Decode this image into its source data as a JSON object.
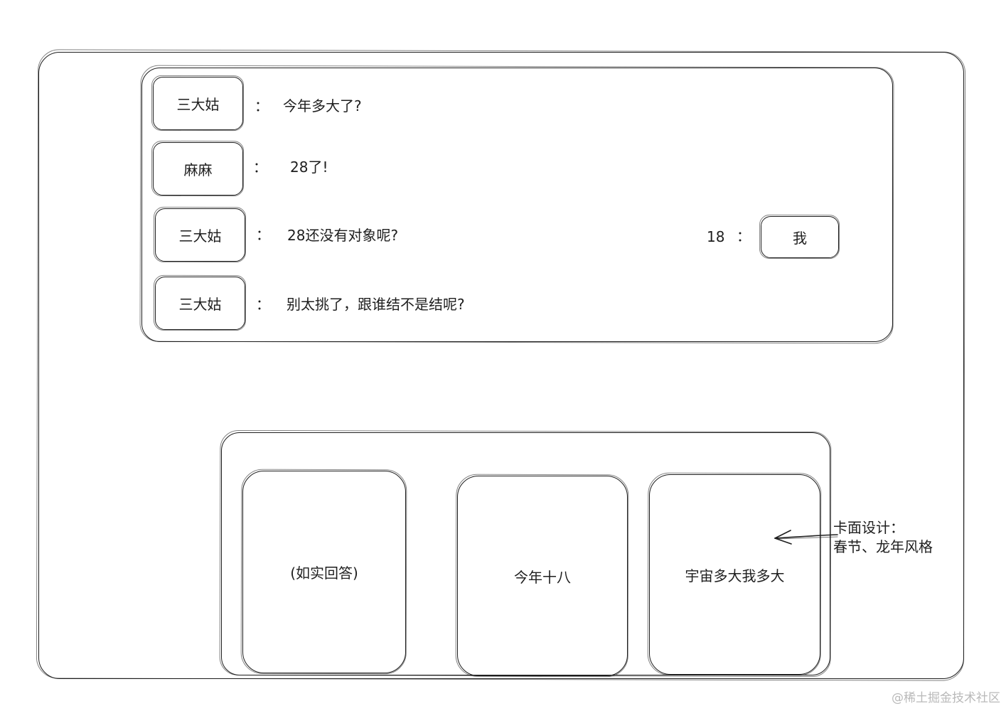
{
  "dialogue": [
    {
      "speaker": "三大姑",
      "colon": "：",
      "message": "今年多大了?"
    },
    {
      "speaker": "麻麻",
      "colon": "：",
      "message": "28了!"
    },
    {
      "speaker": "三大姑",
      "colon": "：",
      "message": "28还没有对象呢?"
    },
    {
      "speaker": "三大姑",
      "colon": "：",
      "message": "别太挑了，跟谁结不是结呢?"
    }
  ],
  "reply": {
    "speaker": "我",
    "colon": "：",
    "message": "18"
  },
  "cards": [
    {
      "label": "(如实回答)"
    },
    {
      "label": "今年十八"
    },
    {
      "label": "宇宙多大我多大"
    }
  ],
  "annotation": {
    "line1": "卡面设计：",
    "line2": "春节、龙年风格"
  },
  "watermark": "@稀土掘金技术社区"
}
